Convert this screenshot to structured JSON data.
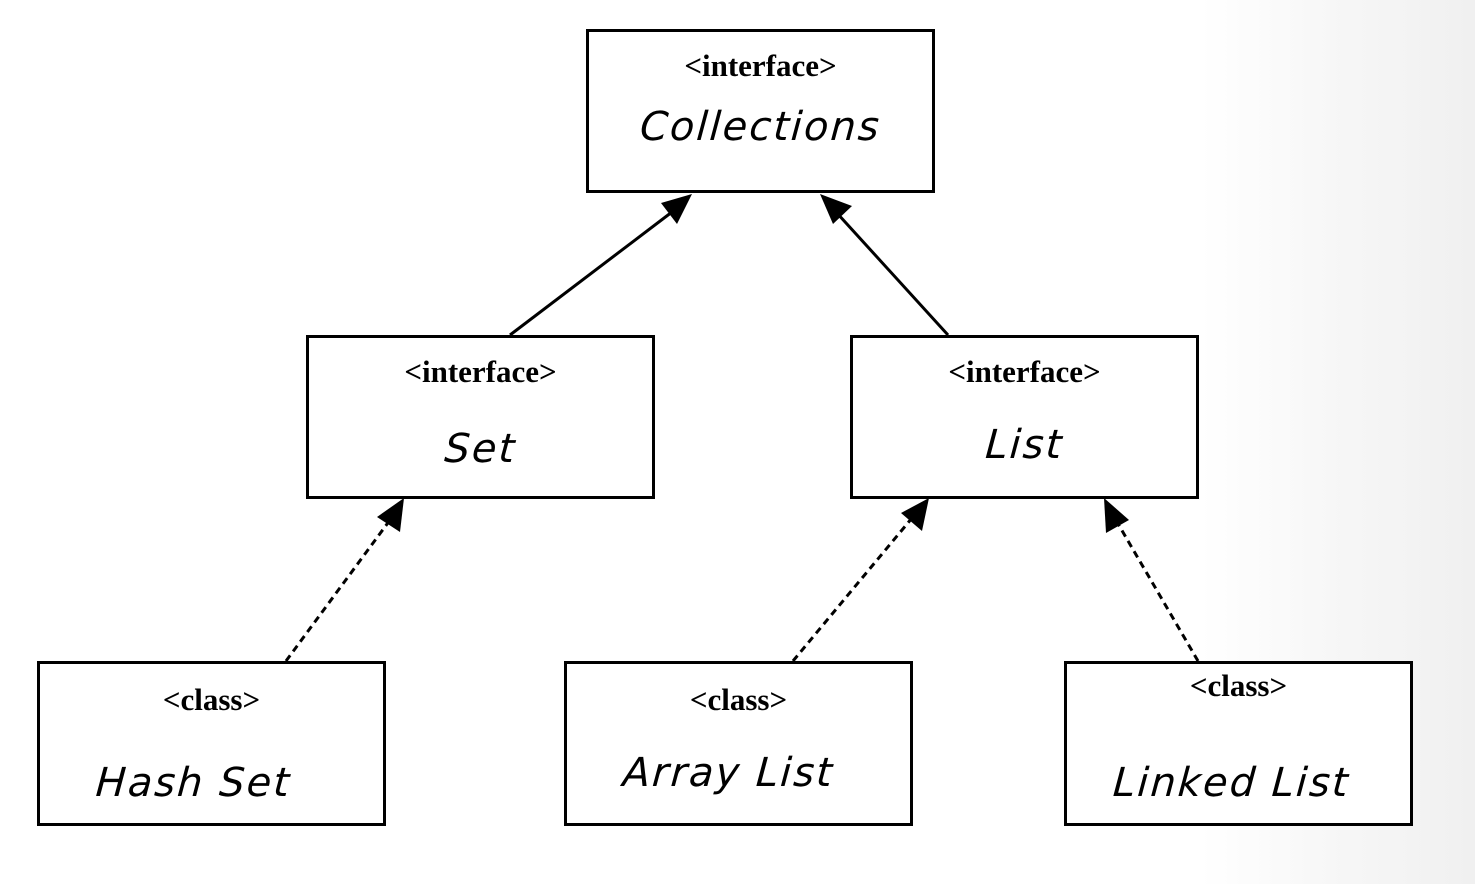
{
  "diagram": {
    "nodes": {
      "collections": {
        "stereotype": "<interface>",
        "name": "Collections"
      },
      "set": {
        "stereotype": "<interface>",
        "name": "Set"
      },
      "list": {
        "stereotype": "<interface>",
        "name": "List"
      },
      "hashset": {
        "stereotype": "<class>",
        "name": "Hash Set"
      },
      "arraylist": {
        "stereotype": "<class>",
        "name": "Array List"
      },
      "linkedlist": {
        "stereotype": "<class>",
        "name": "Linked List"
      }
    },
    "edges": [
      {
        "from": "Set",
        "to": "Collections",
        "style": "solid"
      },
      {
        "from": "List",
        "to": "Collections",
        "style": "solid"
      },
      {
        "from": "Hash Set",
        "to": "Set",
        "style": "dashed"
      },
      {
        "from": "Array List",
        "to": "List",
        "style": "dashed"
      },
      {
        "from": "Linked List",
        "to": "List",
        "style": "dashed"
      }
    ],
    "colors": {
      "stroke": "#000000",
      "background": "#ffffff"
    }
  }
}
